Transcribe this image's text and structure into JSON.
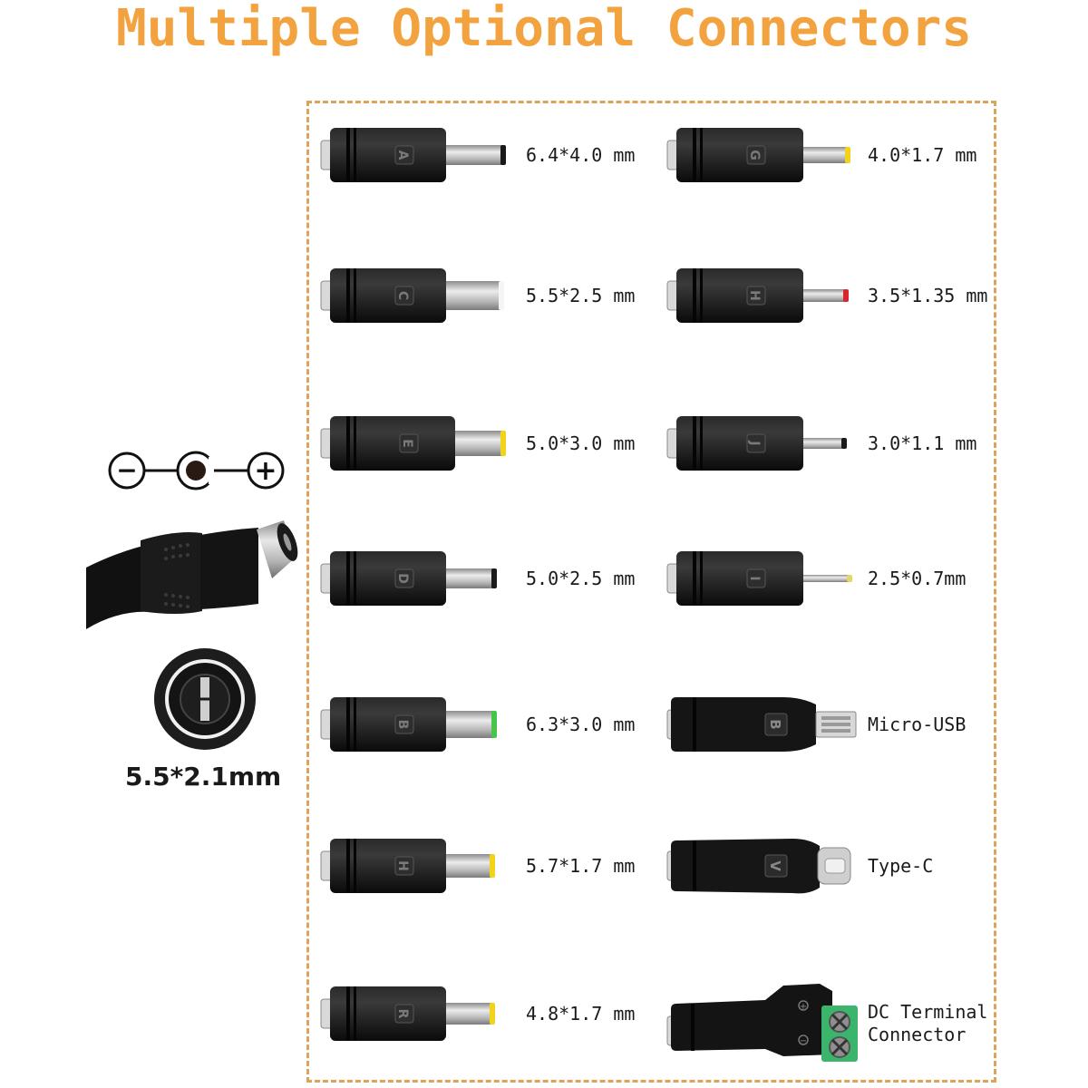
{
  "title": "Multiple Optional Connectors",
  "main_plug": {
    "label": "5.5*2.1mm",
    "polarity": {
      "negative_symbol": "−",
      "positive_symbol": "+"
    }
  },
  "left_column": [
    {
      "letter": "A",
      "label": "6.4*4.0 mm",
      "tip_color": "#1a1a1a"
    },
    {
      "letter": "C",
      "label": "5.5*2.5 mm",
      "tip_color": "#f5f5f5"
    },
    {
      "letter": "E",
      "label": "5.0*3.0 mm",
      "tip_color": "#f3d21c"
    },
    {
      "letter": "D",
      "label": "5.0*2.5 mm",
      "tip_color": "#1a1a1a"
    },
    {
      "letter": "B",
      "label": "6.3*3.0 mm",
      "tip_color": "#45c64a"
    },
    {
      "letter": "H",
      "label": "5.7*1.7 mm",
      "tip_color": "#f3d21c"
    },
    {
      "letter": "R",
      "label": "4.8*1.7 mm",
      "tip_color": "#f3d21c"
    }
  ],
  "right_column": [
    {
      "letter": "G",
      "label": "4.0*1.7 mm",
      "tip_color": "#f3d21c",
      "kind": "barrel"
    },
    {
      "letter": "H",
      "label": "3.5*1.35 mm",
      "tip_color": "#d8262a",
      "kind": "barrel"
    },
    {
      "letter": "J",
      "label": "3.0*1.1 mm",
      "tip_color": "#1a1a1a",
      "kind": "barrel"
    },
    {
      "letter": "I",
      "label": "2.5*0.7mm",
      "tip_color": "#e3d66a",
      "kind": "barrel"
    },
    {
      "letter": "B",
      "label": "Micro-USB",
      "kind": "micro"
    },
    {
      "letter": "V",
      "label": "Type-C",
      "kind": "typec"
    },
    {
      "letter": "",
      "label_line1": "DC Terminal",
      "label_line2": "Connector",
      "kind": "terminal"
    }
  ],
  "colors": {
    "title": "#f2a23e",
    "frame": "#dca35b",
    "connector_body": "#151515",
    "metal": "#c9c9c9"
  }
}
